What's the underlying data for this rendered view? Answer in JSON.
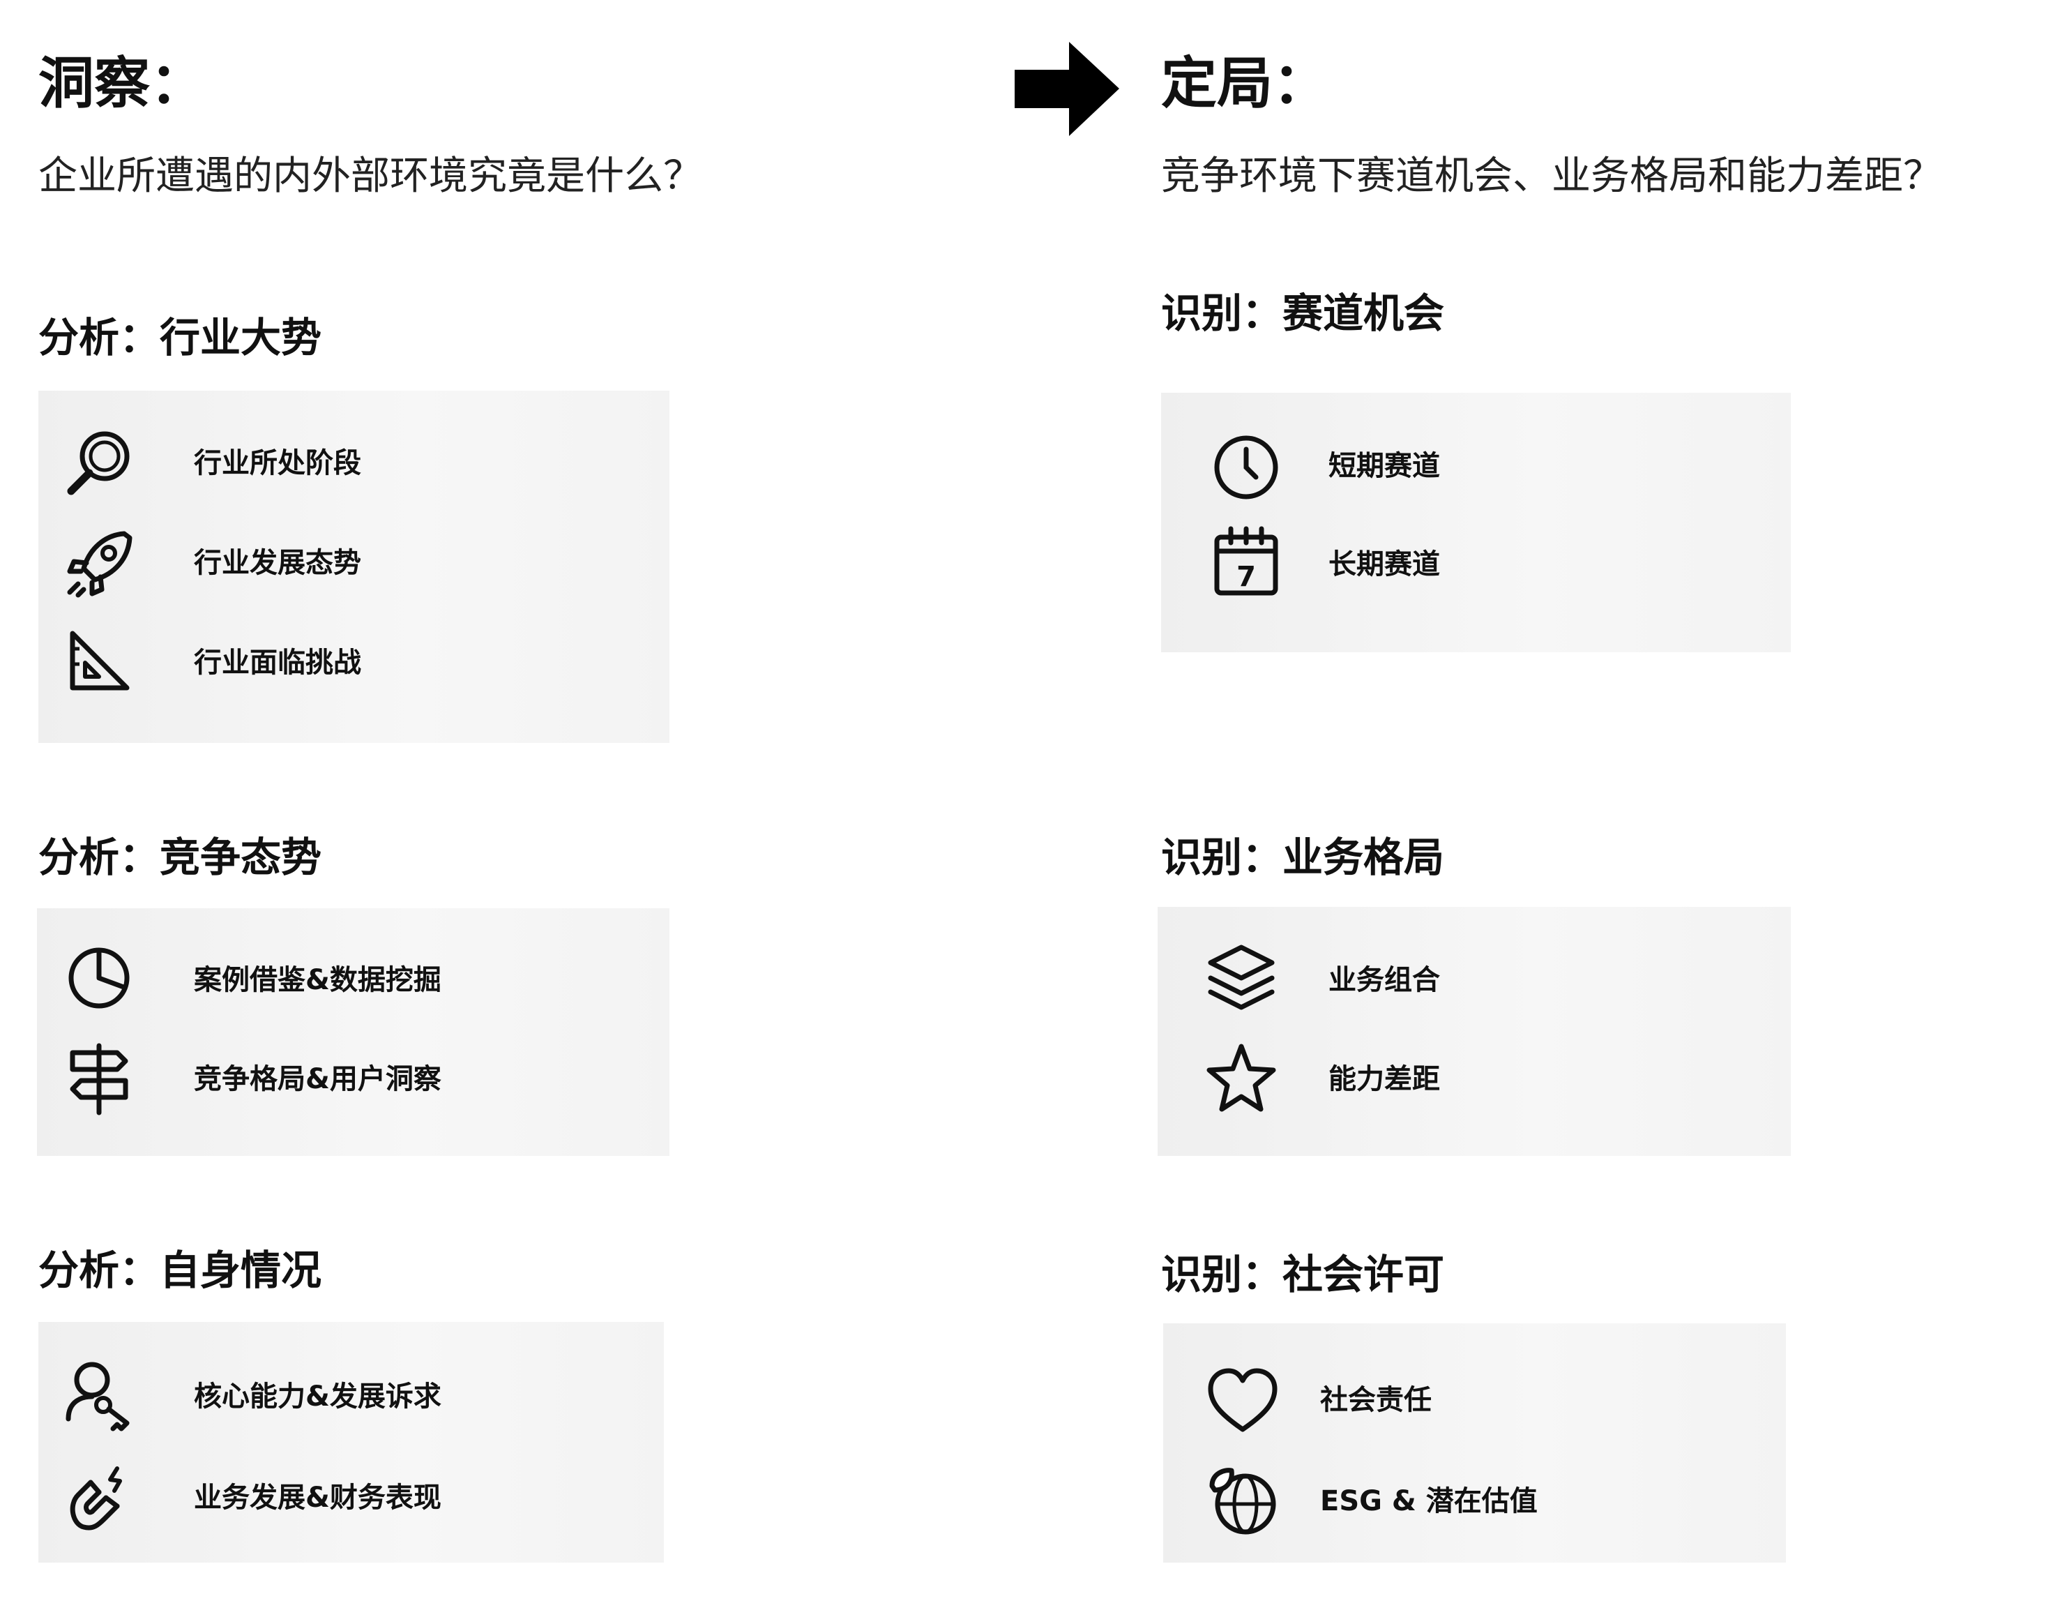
{
  "left": {
    "title": "洞察：",
    "subtitle": "企业所遭遇的内外部环境究竟是什么？",
    "sections": [
      {
        "heading": "分析：行业大势",
        "items": [
          {
            "label": "行业所处阶段",
            "icon": "magnifier-icon"
          },
          {
            "label": "行业发展态势",
            "icon": "rocket-icon"
          },
          {
            "label": "行业面临挑战",
            "icon": "set-square-icon"
          }
        ]
      },
      {
        "heading": "分析：竞争态势",
        "items": [
          {
            "label": "案例借鉴&数据挖掘",
            "icon": "pie-chart-icon"
          },
          {
            "label": "竞争格局&用户洞察",
            "icon": "signpost-icon"
          }
        ]
      },
      {
        "heading": "分析：自身情况",
        "items": [
          {
            "label": "核心能力&发展诉求",
            "icon": "user-key-icon"
          },
          {
            "label": "业务发展&财务表现",
            "icon": "magnet-icon"
          }
        ]
      }
    ]
  },
  "right": {
    "title": "定局：",
    "subtitle": "竞争环境下赛道机会、业务格局和能力差距？",
    "sections": [
      {
        "heading": "识别：赛道机会",
        "items": [
          {
            "label": "短期赛道",
            "icon": "clock-icon"
          },
          {
            "label": "长期赛道",
            "icon": "calendar-icon",
            "icon_text": "7"
          }
        ]
      },
      {
        "heading": "识别：业务格局",
        "items": [
          {
            "label": "业务组合",
            "icon": "layers-icon"
          },
          {
            "label": "能力差距",
            "icon": "star-icon"
          }
        ]
      },
      {
        "heading": "识别：社会许可",
        "items": [
          {
            "label": "社会责任",
            "icon": "heart-icon"
          },
          {
            "label": "ESG & 潜在估值",
            "icon": "eco-globe-icon"
          }
        ]
      }
    ]
  },
  "arrow": {
    "icon": "arrow-right-icon"
  }
}
